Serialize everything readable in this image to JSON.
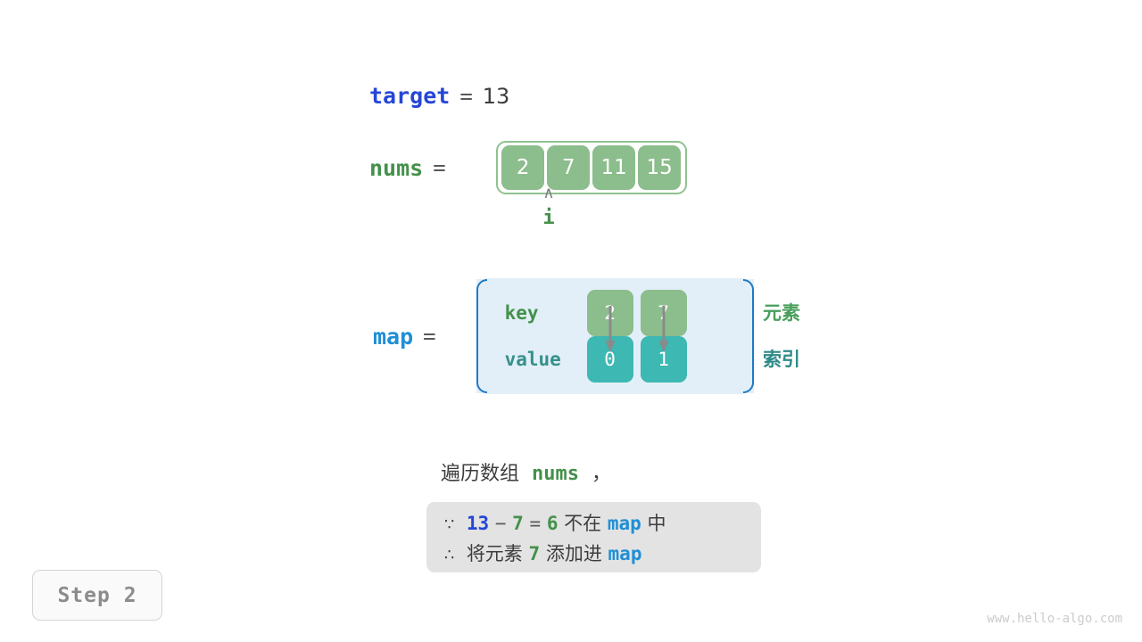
{
  "target_row": {
    "var_label": "target",
    "equals": "=",
    "value": "13"
  },
  "nums_row": {
    "var_label": "nums",
    "equals": "=",
    "cells": [
      "2",
      "7",
      "11",
      "15"
    ]
  },
  "pointer": {
    "caret_glyph": "∧",
    "label": "i",
    "points_at_index": 1
  },
  "map_row": {
    "var_label": "map",
    "equals": "=",
    "row_labels": {
      "key": "key",
      "value": "value"
    },
    "columns": [
      {
        "key": "2",
        "value": "0"
      },
      {
        "key": "7",
        "value": "1"
      }
    ],
    "side_labels": {
      "element": "元素",
      "index": "索引"
    }
  },
  "caption": {
    "prefix": "遍历数组",
    "var": "nums",
    "suffix": "，"
  },
  "explanation": {
    "line1": {
      "symbol": "∵",
      "a": "13",
      "minus": "−",
      "b": "7",
      "equals": "=",
      "result": "6",
      "text_mid": "不在",
      "var": "map",
      "text_end": "中"
    },
    "line2": {
      "symbol": "∴",
      "text_start": "将元素",
      "elem": "7",
      "text_mid": "添加进",
      "var": "map"
    }
  },
  "step_badge": {
    "label": "Step 2"
  },
  "watermark": {
    "text": "www.hello-algo.com"
  },
  "colors": {
    "blue_dark": "#2546d6",
    "blue_light": "#1f8fd6",
    "green": "#43914a",
    "cell_green": "#8cbd8c",
    "cell_teal": "#3eb8b2",
    "map_fill": "#e2eff9",
    "map_border": "#1f7ac4",
    "explain_bg": "#e3e3e3",
    "gray_text": "#3d3d3d"
  }
}
